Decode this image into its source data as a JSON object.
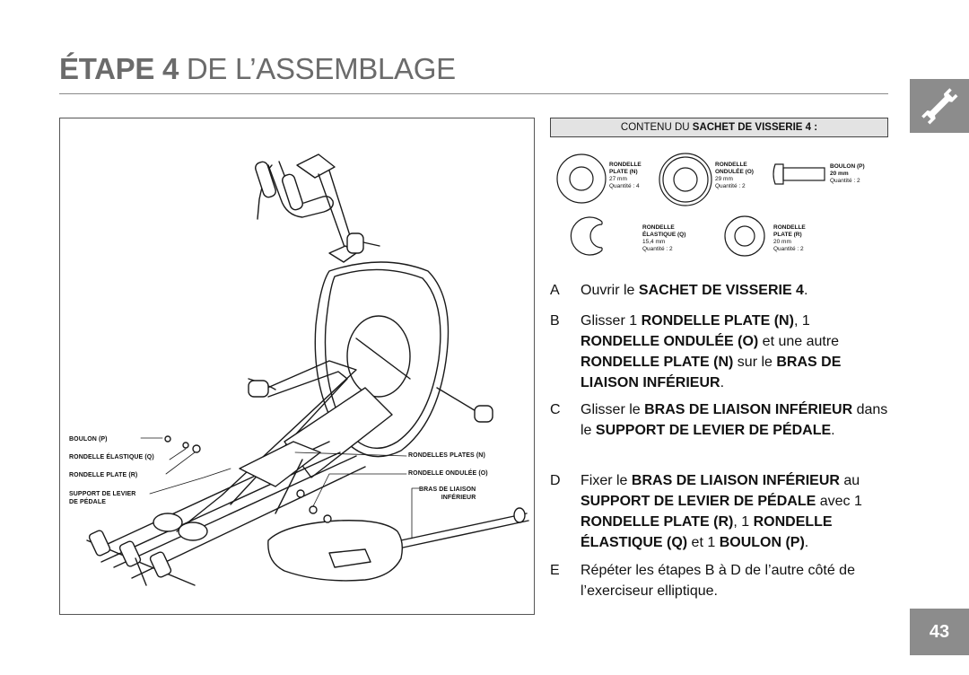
{
  "header": {
    "title_bold": "ÉTAPE 4",
    "title_rest": " DE L’ASSEMBLAGE"
  },
  "icons": {
    "tab": "wrench-icon"
  },
  "page_number": "43",
  "diagram": {
    "labels": {
      "bolt": "BOULON (P)",
      "spring_washer": "RONDELLE ÉLASTIQUE (Q)",
      "flat_washer_r": "RONDELLE PLATE (R)",
      "pedal_support_1": "SUPPORT DE LEVIER",
      "pedal_support_2": "DE PÉDALE",
      "flat_washers_n": "RONDELLES PLATES (N)",
      "wave_washer": "RONDELLE ONDULÉE (O)",
      "lower_arm_1": "BRAS DE LIAISON",
      "lower_arm_2": "INFÉRIEUR"
    }
  },
  "hardware": {
    "header_prefix": "CONTENU DU ",
    "header_bold": "SACHET DE VISSERIE 4 :",
    "items": [
      {
        "name_1": "RONDELLE",
        "name_2": "PLATE (N)",
        "size": "27 mm",
        "qty": "Quantité : 4"
      },
      {
        "name_1": "RONDELLE",
        "name_2": "ONDULÉE (O)",
        "size": "29 mm",
        "qty": "Quantité : 2"
      },
      {
        "name_1": "BOULON (P)",
        "name_2": "20 mm",
        "qty": "Quantité : 2"
      },
      {
        "name_1": "RONDELLE",
        "name_2": "ÉLASTIQUE (Q)",
        "size": "15,4 mm",
        "qty": "Quantité : 2"
      },
      {
        "name_1": "RONDELLE",
        "name_2": "PLATE (R)",
        "size": "20 mm",
        "qty": "Quantité : 2"
      }
    ]
  },
  "steps": {
    "a": {
      "letter": "A",
      "t1": "Ouvrir le ",
      "b1": "SACHET DE VISSERIE 4",
      "t2": "."
    },
    "b": {
      "letter": "B",
      "t1": "Glisser 1 ",
      "b1": "RONDELLE PLATE (N)",
      "t2": ", 1 ",
      "b2": "RONDELLE ONDULÉE (O)",
      "t3": " et une autre ",
      "b3": "RONDELLE PLATE (N)",
      "t4": " sur le ",
      "b4": "BRAS DE LIAISON INFÉRIEUR",
      "t5": "."
    },
    "c": {
      "letter": "C",
      "t1": "Glisser le ",
      "b1": "BRAS DE LIAISON INFÉRIEUR",
      "t2": " dans le ",
      "b2": "SUPPORT DE LEVIER DE PÉDALE",
      "t3": "."
    },
    "d": {
      "letter": "D",
      "t1": "Fixer le ",
      "b1": "BRAS DE LIAISON INFÉRIEUR",
      "t2": " au ",
      "b2": "SUPPORT DE LEVIER DE PÉDALE",
      "t3": " avec 1 ",
      "b3": "RONDELLE PLATE (R)",
      "t4": ", 1 ",
      "b4": "RONDELLE ÉLASTIQUE (Q)",
      "t5": " et 1 ",
      "b5": "BOULON (P)",
      "t6": "."
    },
    "e": {
      "letter": "E",
      "t1": "Répéter les étapes B à D de l’autre côté de l’exerciseur elliptique."
    }
  }
}
